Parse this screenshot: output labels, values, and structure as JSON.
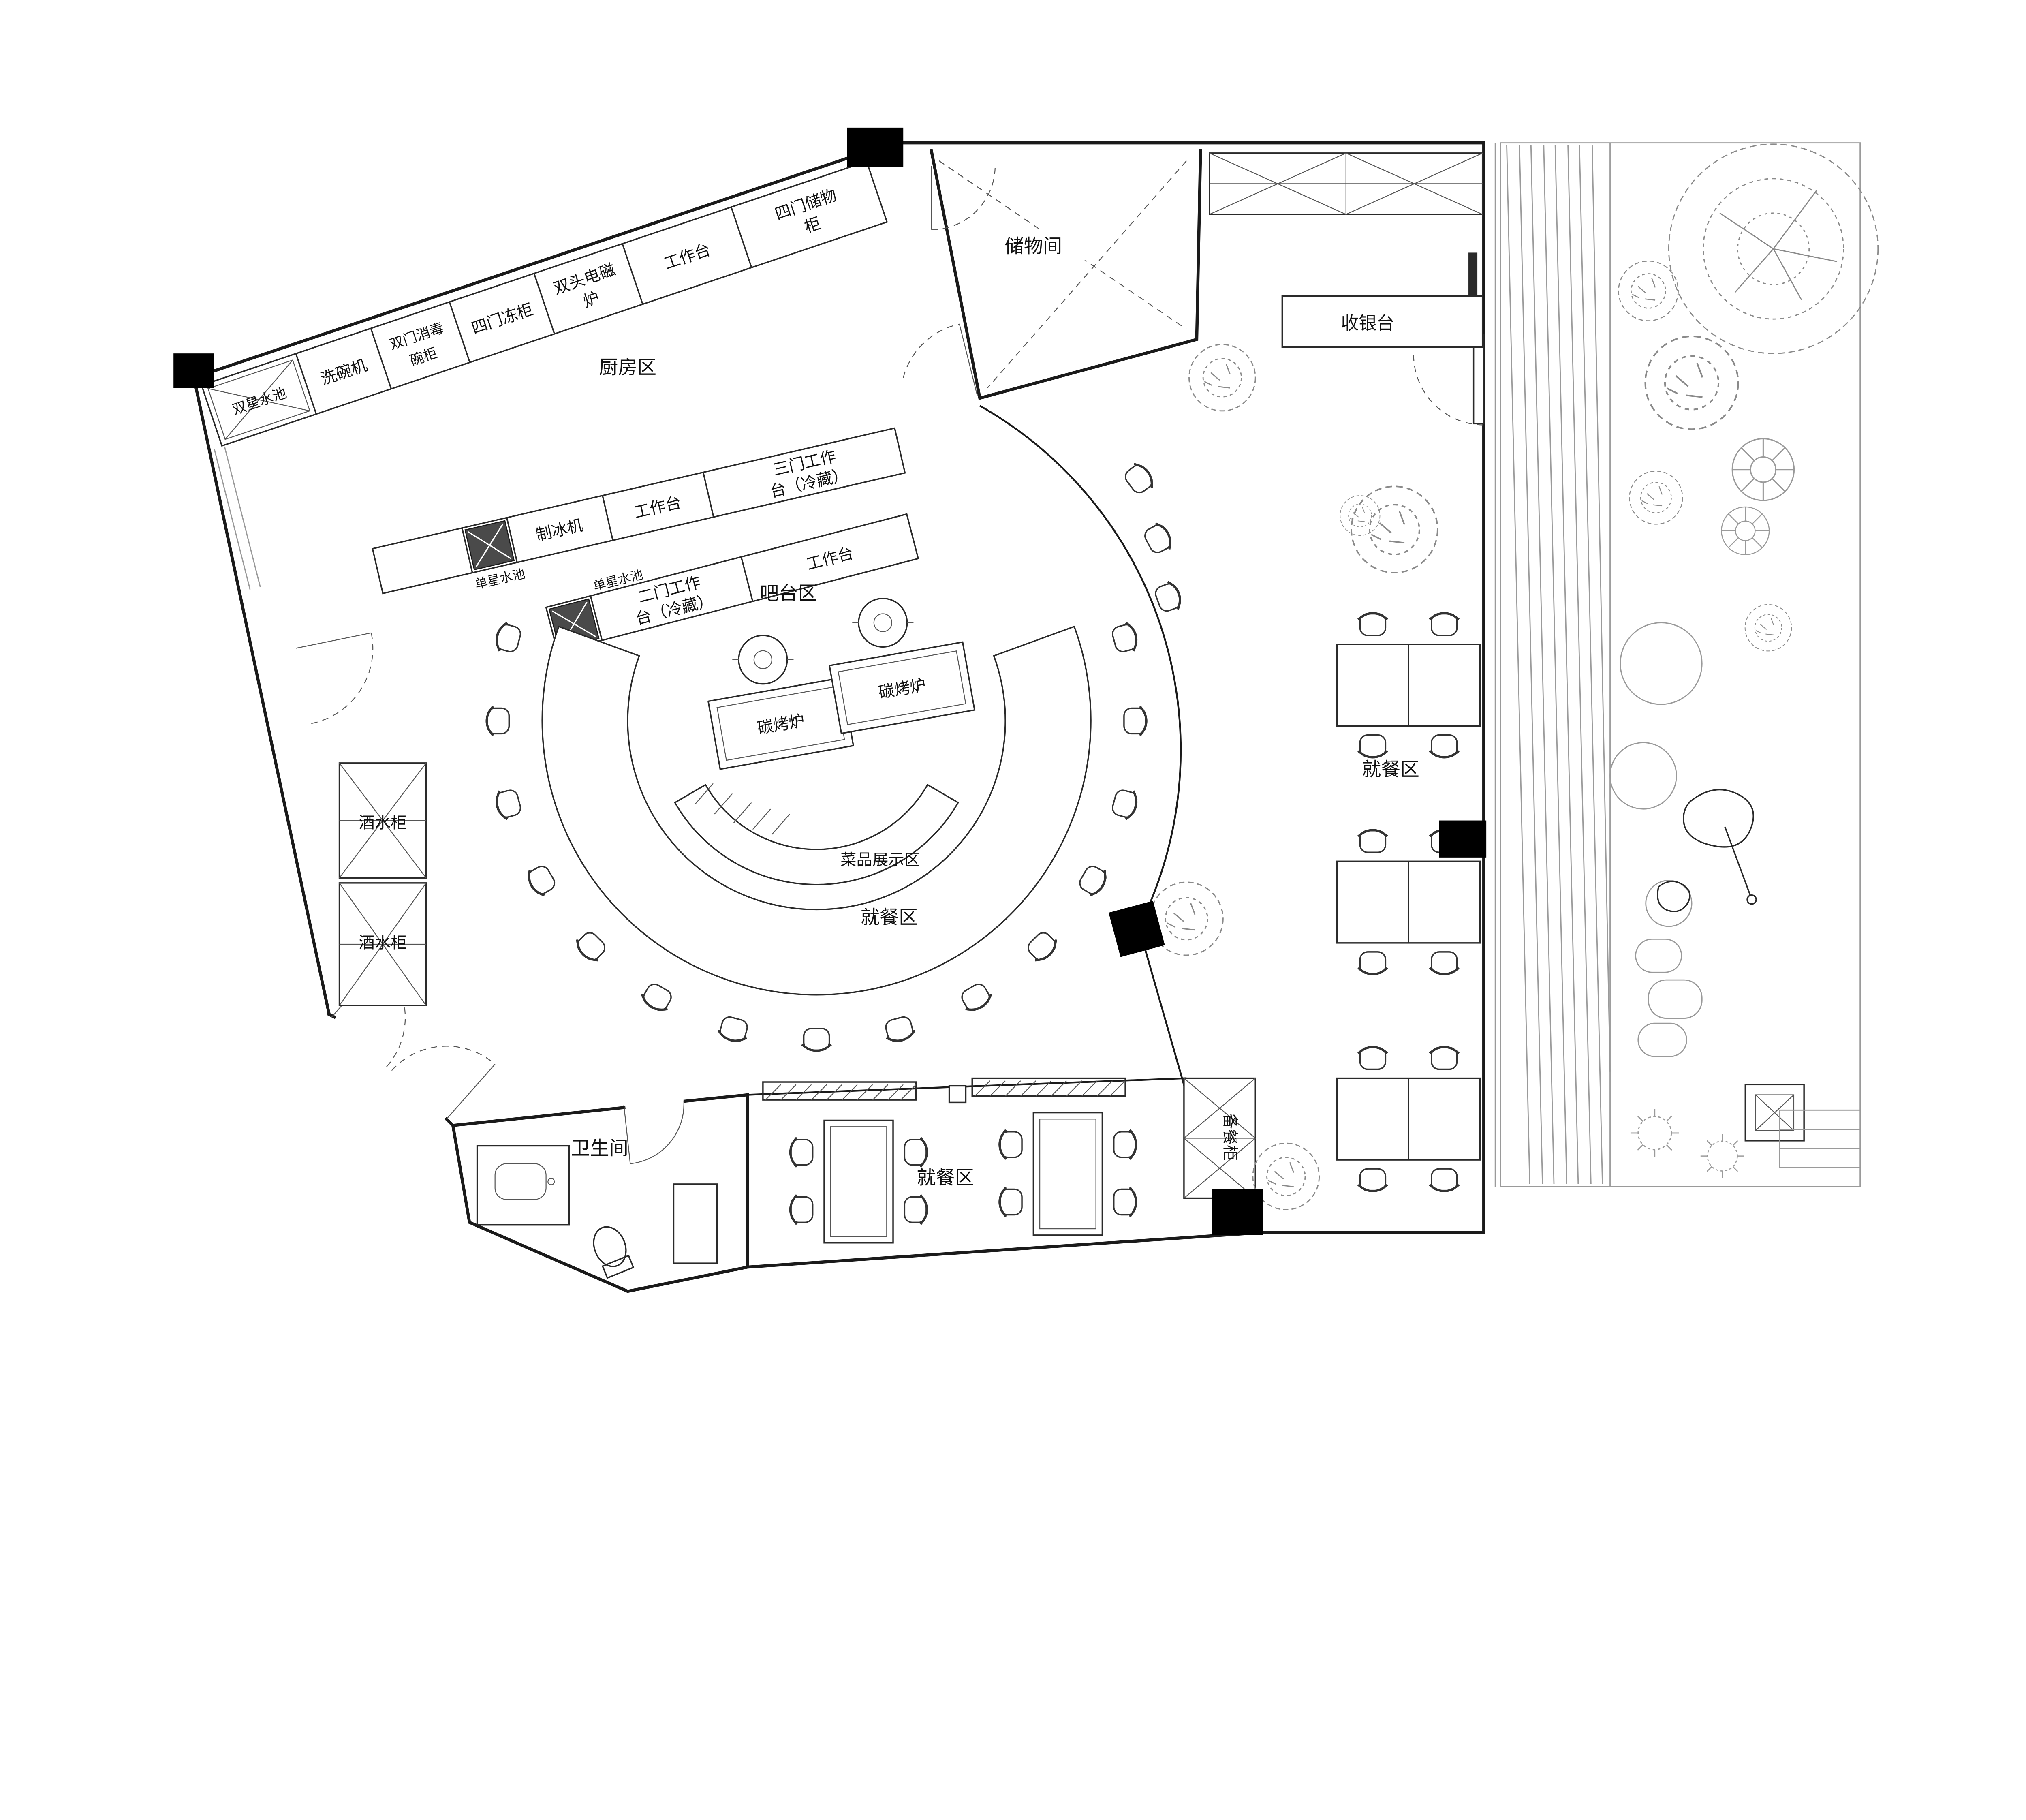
{
  "colors": {
    "ink": "#1a1a1a",
    "light_gray": "#9a9a9a"
  },
  "labels": {
    "kitchen_area": "厨房区",
    "bar_area": "吧台区",
    "storage_room": "储物间",
    "cashier": "收银台",
    "restroom": "卫生间",
    "dining_center": "就餐区",
    "dining_right": "就餐区",
    "dining_bottom": "就餐区",
    "display_area": "菜品展示区",
    "wine_cabinet_1": "酒水柜",
    "wine_cabinet_2": "酒水柜",
    "prep_cabinet": "备餐柜",
    "double_sink": "双星水池",
    "dishwasher": "洗碗机",
    "sterilizer_l1": "双门消毒",
    "sterilizer_l2": "碗柜",
    "freezer": "四门冻柜",
    "induction_l1": "双头电磁",
    "induction_l2": "炉",
    "worktable_kitchen": "工作台",
    "storage_cabinet_l1": "四门储物",
    "storage_cabinet_l2": "柜",
    "ice_machine": "制冰机",
    "worktable_bar_1": "工作台",
    "three_door_l1": "三门工作",
    "three_door_l2": "台（冷藏）",
    "single_sink_1": "单星水池",
    "single_sink_2": "单星水池",
    "two_door_l1": "二门工作",
    "two_door_l2": "台（冷藏）",
    "worktable_bar_2": "工作台",
    "grill_1": "碳烤炉",
    "grill_2": "碳烤炉"
  }
}
